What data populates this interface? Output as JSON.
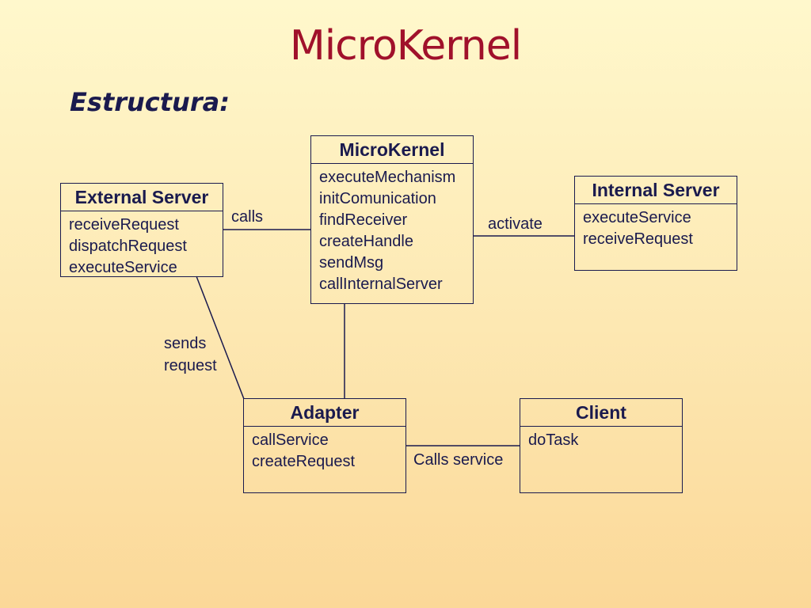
{
  "slide": {
    "title": "MicroKernel",
    "subtitle": "Estructura:"
  },
  "classes": {
    "microkernel": {
      "name": "MicroKernel",
      "operations": [
        "executeMechanism",
        "initComunication",
        "findReceiver",
        "createHandle",
        "sendMsg",
        "callInternalServer"
      ]
    },
    "external_server": {
      "name": "External Server",
      "operations": [
        "receiveRequest",
        "dispatchRequest",
        "executeService"
      ]
    },
    "internal_server": {
      "name": "Internal Server",
      "operations": [
        "executeService",
        "receiveRequest"
      ]
    },
    "adapter": {
      "name": "Adapter",
      "operations": [
        "callService",
        "createRequest"
      ]
    },
    "client": {
      "name": "Client",
      "operations": [
        "doTask"
      ]
    }
  },
  "associations": {
    "calls": "calls",
    "activate": "activate",
    "sends_request_1": "sends",
    "sends_request_2": "request",
    "calls_service": "Calls service"
  },
  "colors": {
    "title": "#a0112b",
    "ink": "#1a1a4e",
    "background_top": "#fff8cc",
    "background_bottom": "#fbd898"
  }
}
